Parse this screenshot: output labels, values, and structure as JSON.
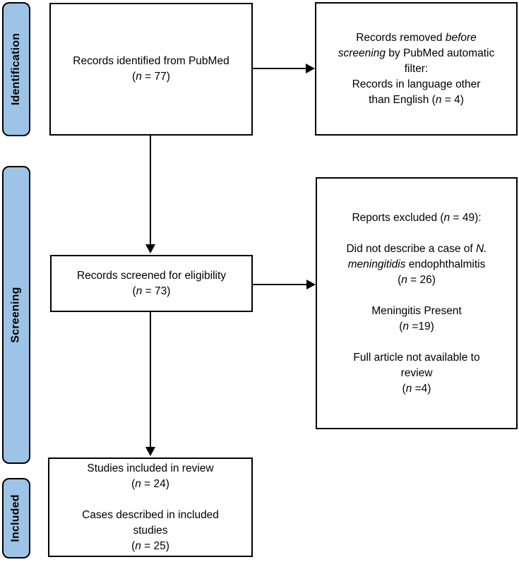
{
  "colors": {
    "stage_bar_fill": "#9DC3E6",
    "box_fill": "#FFFFFF",
    "border": "#000000"
  },
  "sidebar": {
    "identification_label": "Identification",
    "screening_label": "Screening",
    "included_label": "Included"
  },
  "boxes": {
    "records_identified": {
      "segments": [
        {
          "t": "Records identified from PubMed"
        },
        {
          "br": true
        },
        {
          "t": "("
        },
        {
          "t": "n",
          "i": true
        },
        {
          "t": " = 77)"
        }
      ]
    },
    "records_removed": {
      "segments": [
        {
          "t": "Records removed "
        },
        {
          "t": "before",
          "i": true
        },
        {
          "br": true
        },
        {
          "t": "screening",
          "i": true
        },
        {
          "t": " by PubMed automatic"
        },
        {
          "br": true
        },
        {
          "t": "filter:"
        },
        {
          "br": true
        },
        {
          "t": "Records in language other"
        },
        {
          "br": true
        },
        {
          "t": "than English ("
        },
        {
          "t": "n",
          "i": true
        },
        {
          "t": " = 4)"
        }
      ]
    },
    "records_screened": {
      "segments": [
        {
          "t": "Records screened for eligibility"
        },
        {
          "br": true
        },
        {
          "t": "("
        },
        {
          "t": "n",
          "i": true
        },
        {
          "t": " = 73)"
        }
      ]
    },
    "reports_excluded": {
      "segments": [
        {
          "t": "Reports excluded ("
        },
        {
          "t": "n",
          "i": true
        },
        {
          "t": " = 49):"
        },
        {
          "br": true
        },
        {
          "br": true
        },
        {
          "t": "Did not describe a case of "
        },
        {
          "t": "N.",
          "i": true
        },
        {
          "br": true
        },
        {
          "t": "meningitidis",
          "i": true
        },
        {
          "t": " endophthalmitis"
        },
        {
          "br": true
        },
        {
          "t": "("
        },
        {
          "t": "n",
          "i": true
        },
        {
          "t": " = 26)"
        },
        {
          "br": true
        },
        {
          "br": true
        },
        {
          "t": "Meningitis Present"
        },
        {
          "br": true
        },
        {
          "t": "("
        },
        {
          "t": "n",
          "i": true
        },
        {
          "t": " =19)"
        },
        {
          "br": true
        },
        {
          "br": true
        },
        {
          "t": "Full article not available to"
        },
        {
          "br": true
        },
        {
          "t": "review"
        },
        {
          "br": true
        },
        {
          "t": "("
        },
        {
          "t": "n",
          "i": true
        },
        {
          "t": " =4)"
        }
      ]
    },
    "studies_included": {
      "segments": [
        {
          "t": "Studies included in review"
        },
        {
          "br": true
        },
        {
          "t": "("
        },
        {
          "t": "n",
          "i": true
        },
        {
          "t": " = 24)"
        },
        {
          "br": true
        },
        {
          "br": true
        },
        {
          "t": "Cases described in included"
        },
        {
          "br": true
        },
        {
          "t": "studies"
        },
        {
          "br": true
        },
        {
          "t": "("
        },
        {
          "t": "n",
          "i": true
        },
        {
          "t": " = 25)"
        }
      ]
    }
  }
}
